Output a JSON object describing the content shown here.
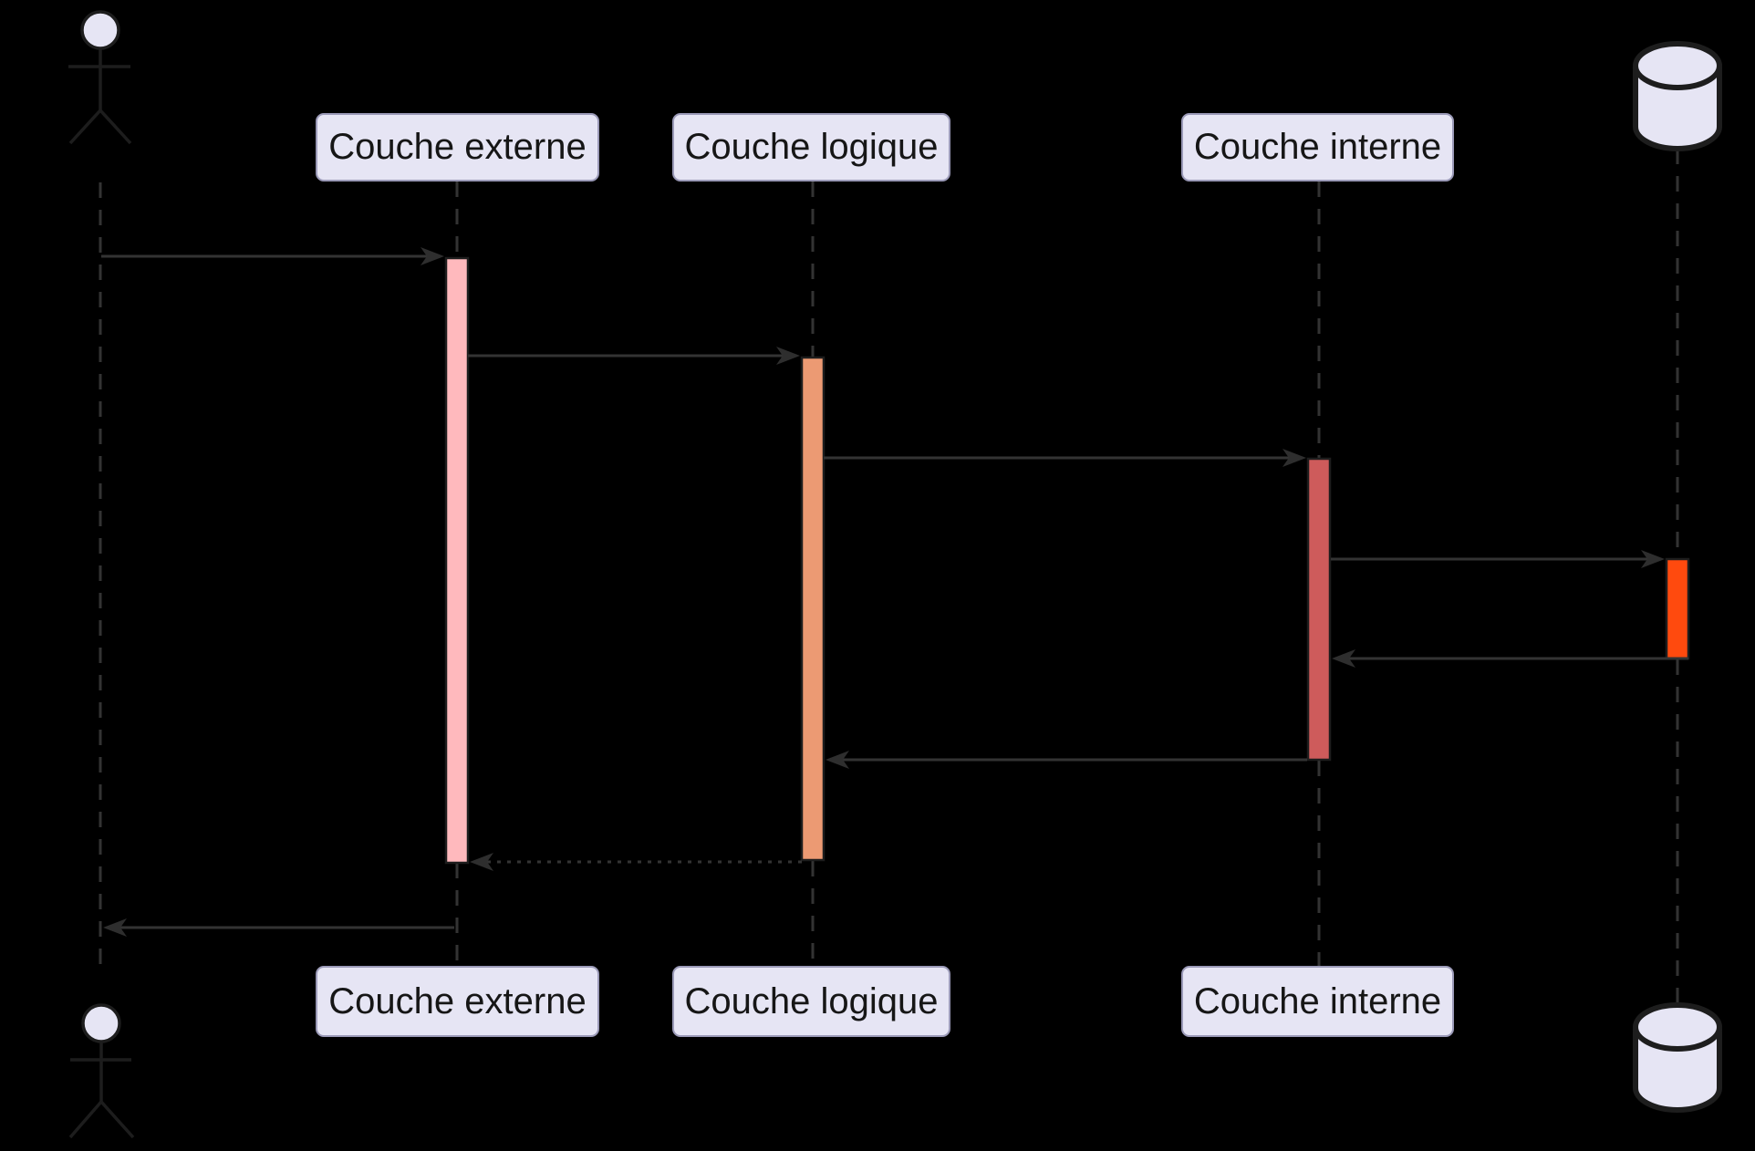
{
  "diagram": {
    "type": "uml-sequence",
    "participants": {
      "user": {
        "kind": "actor",
        "label": ""
      },
      "externe": {
        "kind": "participant",
        "label": "Couche externe"
      },
      "logique": {
        "kind": "participant",
        "label": "Couche logique"
      },
      "interne": {
        "kind": "participant",
        "label": "Couche interne"
      },
      "database": {
        "kind": "database",
        "label": ""
      }
    },
    "messages": [
      {
        "from": "user",
        "to": "externe",
        "line": "solid",
        "direction": "right"
      },
      {
        "from": "externe",
        "to": "logique",
        "line": "solid",
        "direction": "right"
      },
      {
        "from": "logique",
        "to": "interne",
        "line": "solid",
        "direction": "right"
      },
      {
        "from": "interne",
        "to": "database",
        "line": "solid",
        "direction": "right"
      },
      {
        "from": "database",
        "to": "interne",
        "line": "solid",
        "direction": "left"
      },
      {
        "from": "interne",
        "to": "logique",
        "line": "solid",
        "direction": "left"
      },
      {
        "from": "logique",
        "to": "externe",
        "line": "dotted",
        "direction": "left"
      },
      {
        "from": "externe",
        "to": "user",
        "line": "solid",
        "direction": "left"
      }
    ],
    "colors": {
      "background": "#000000",
      "participant_fill": "#e6e5f4",
      "participant_border": "#9b9ab8",
      "participant_text": "#161616",
      "signal_line": "#333333",
      "arrowhead": "#2e2e2e",
      "shape_outline": "#1d1d1d",
      "activation_externe": "#ffb9bd",
      "activation_logique": "#ec9a73",
      "activation_interne": "#ce5b5b",
      "activation_database": "#ff4a0e"
    }
  }
}
